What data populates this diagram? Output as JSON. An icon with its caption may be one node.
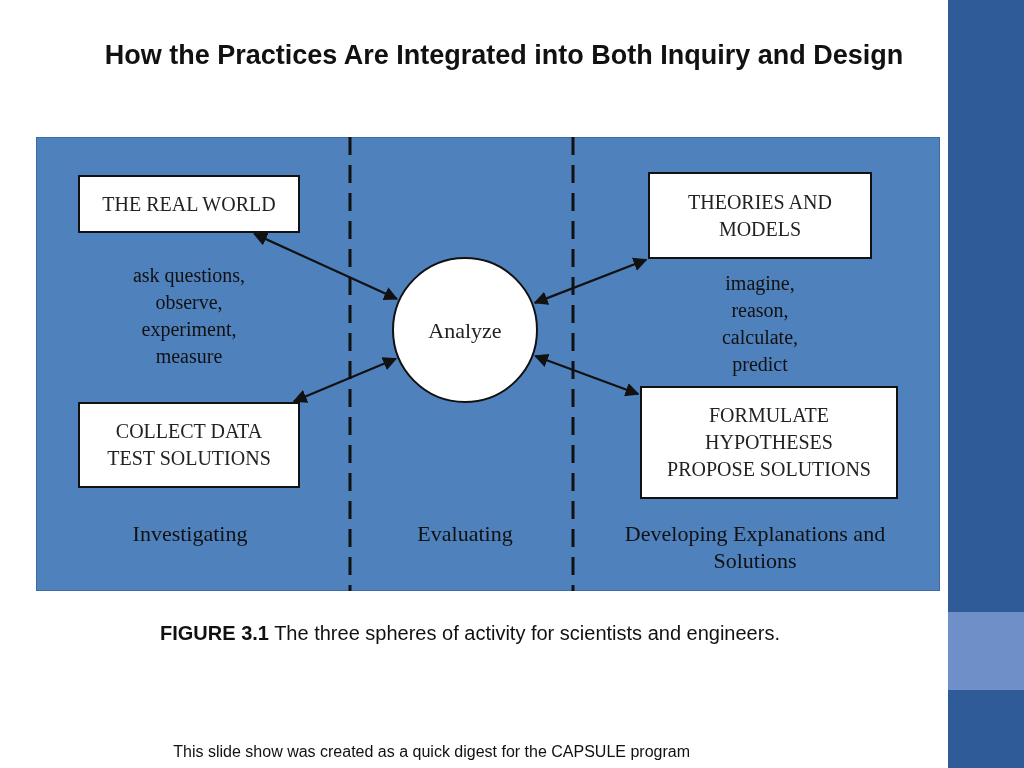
{
  "diagram": {
    "title": "How the Practices Are Integrated into Both Inquiry and Design",
    "caption": "**FIGURE 3.1** The three spheres of activity for scientists and engineers.",
    "nodes": [
      {
        "text": [
          "THE REAL WORLD"
        ]
      },
      {
        "text": [
          "THEORIES AND MODELS"
        ]
      },
      {
        "text": [
          "Analyze"
        ]
      },
      {
        "text": [
          "COLLECT DATA",
          "TEST SOLUTIONS"
        ]
      },
      {
        "text": [
          "FORMULATE HYPOTHESES",
          "PROPOSE SOLUTIONS"
        ]
      }
    ],
    "edges": [
      {
        "from": 0,
        "to": 2,
        "arrow": "both"
      },
      {
        "from": 1,
        "to": 2,
        "arrow": "both"
      },
      {
        "from": 3,
        "to": 2,
        "arrow": "both"
      },
      {
        "from": 4,
        "to": 2,
        "arrow": "both"
      }
    ],
    "labels": [
      "ask questions, observe, experiment, measure",
      "imagine, reason, calculate, predict",
      "Investigating",
      "Evaluating",
      "Developing Explanations and Solutions",
      "This slide show was created as a quick digest for the CAPSULE program"
    ]
  }
}
